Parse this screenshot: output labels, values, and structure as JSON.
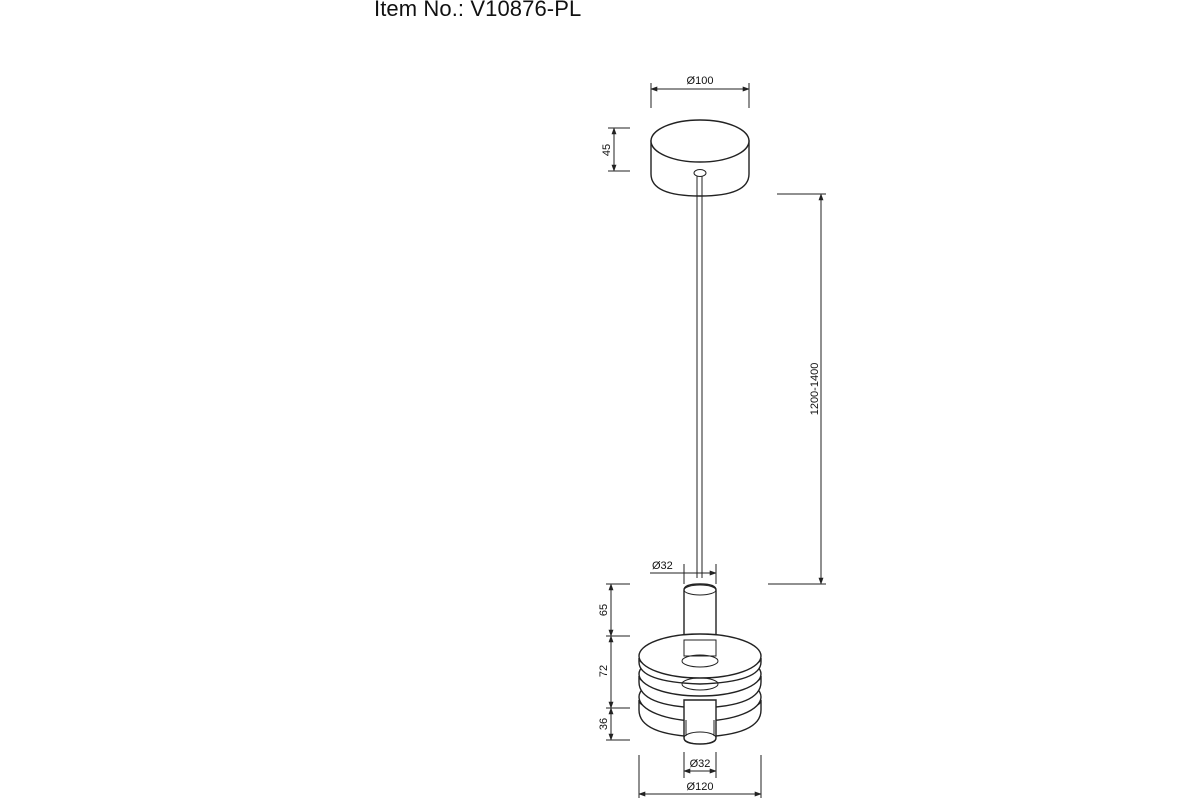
{
  "header": {
    "item_label": "Item No.: V10876-PL"
  },
  "dimensions": {
    "canopy_diameter": "Ø100",
    "canopy_height": "45",
    "cable_length": "1200-1400",
    "stem_top_diameter": "Ø32",
    "stem_height": "65",
    "fins_height": "72",
    "bottom_height": "36",
    "stem_bottom_diameter": "Ø32",
    "shade_diameter": "Ø120"
  },
  "colors": {
    "line": "#222222",
    "background": "#ffffff"
  }
}
